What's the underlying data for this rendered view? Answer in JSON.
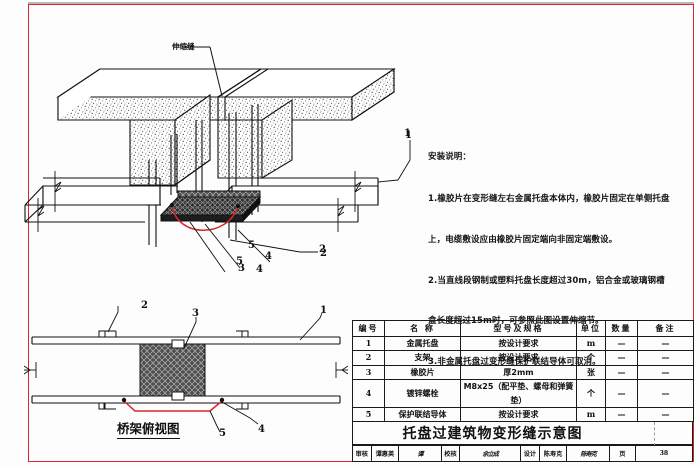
{
  "sheet": {
    "frame_color": "#d8262c",
    "main_title": "托盘过建筑物变形缝示意图"
  },
  "top_diagram": {
    "name": "isometric-section-view",
    "joint_label": "伸缩缝",
    "callouts": [
      "1",
      "2",
      "3",
      "4",
      "5"
    ]
  },
  "plan_diagram": {
    "name": "cable-tray-plan-view",
    "title": "桥架俯视图",
    "callouts": [
      "1",
      "2",
      "3",
      "4",
      "5"
    ]
  },
  "notes": {
    "heading": "安装说明：",
    "lines": [
      "1.橡胶片在变形缝左右金属托盘本体内，橡胶片固定在单侧托盘",
      "上，电缆敷设应由橡胶片固定端向非固定端敷设。",
      "2.当直线段钢制或塑料托盘长度超过30m，铝合金或玻璃钢槽",
      "盒长度超过15m时，可参照此图设置伸缩节。",
      "3.非金属托盘过变形缝保护联结导体可取消。"
    ]
  },
  "bom": {
    "headers": [
      "编号",
      "名  称",
      "型号及规格",
      "单位",
      "数量",
      "备注"
    ],
    "rows": [
      {
        "no": "1",
        "name": "金属托盘",
        "spec": "按设计要求",
        "unit": "m",
        "qty": "—",
        "remark": "—"
      },
      {
        "no": "2",
        "name": "支架",
        "spec": "按设计要求",
        "unit": "个",
        "qty": "—",
        "remark": "—"
      },
      {
        "no": "3",
        "name": "橡胶片",
        "spec": "厚2mm",
        "unit": "张",
        "qty": "—",
        "remark": "—"
      },
      {
        "no": "4",
        "name": "镀锌螺栓",
        "spec": "M8x25（配平垫、螺母和弹簧垫）",
        "unit": "个",
        "qty": "—",
        "remark": "—"
      },
      {
        "no": "5",
        "name": "保护联结导体",
        "spec": "按设计要求",
        "unit": "m",
        "qty": "—",
        "remark": "—"
      }
    ]
  },
  "signature_row": {
    "review_label": "审核",
    "review_name": "谭惠英",
    "review_sign": "谭",
    "check_label": "校核",
    "check_name": "余立成",
    "check_sign": "余立成",
    "design_label": "设计",
    "design_name": "陈寿克",
    "design_sign": "陈寿克",
    "page_label": "页",
    "page_number": "38"
  }
}
